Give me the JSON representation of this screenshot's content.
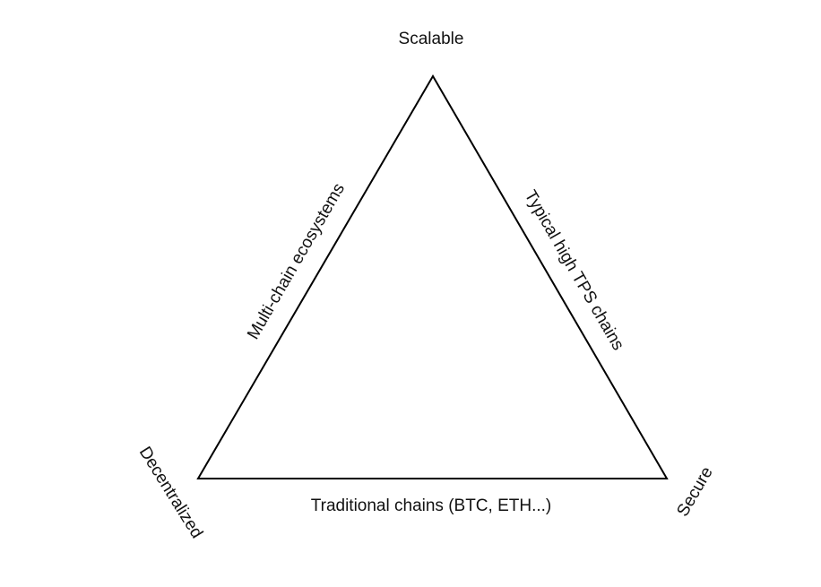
{
  "diagram": {
    "title": "Blockchain trilemma",
    "vertices": {
      "top": "Scalable",
      "bottom_left": "Decentralized",
      "bottom_right": "Secure"
    },
    "edges": {
      "left": "Multi-chain ecosystems",
      "right": "Typical high TPS chains",
      "bottom": "Traditional chains (BTC, ETH...)"
    },
    "colors": {
      "line": "#000000",
      "text": "#111111",
      "background": "#ffffff"
    }
  }
}
